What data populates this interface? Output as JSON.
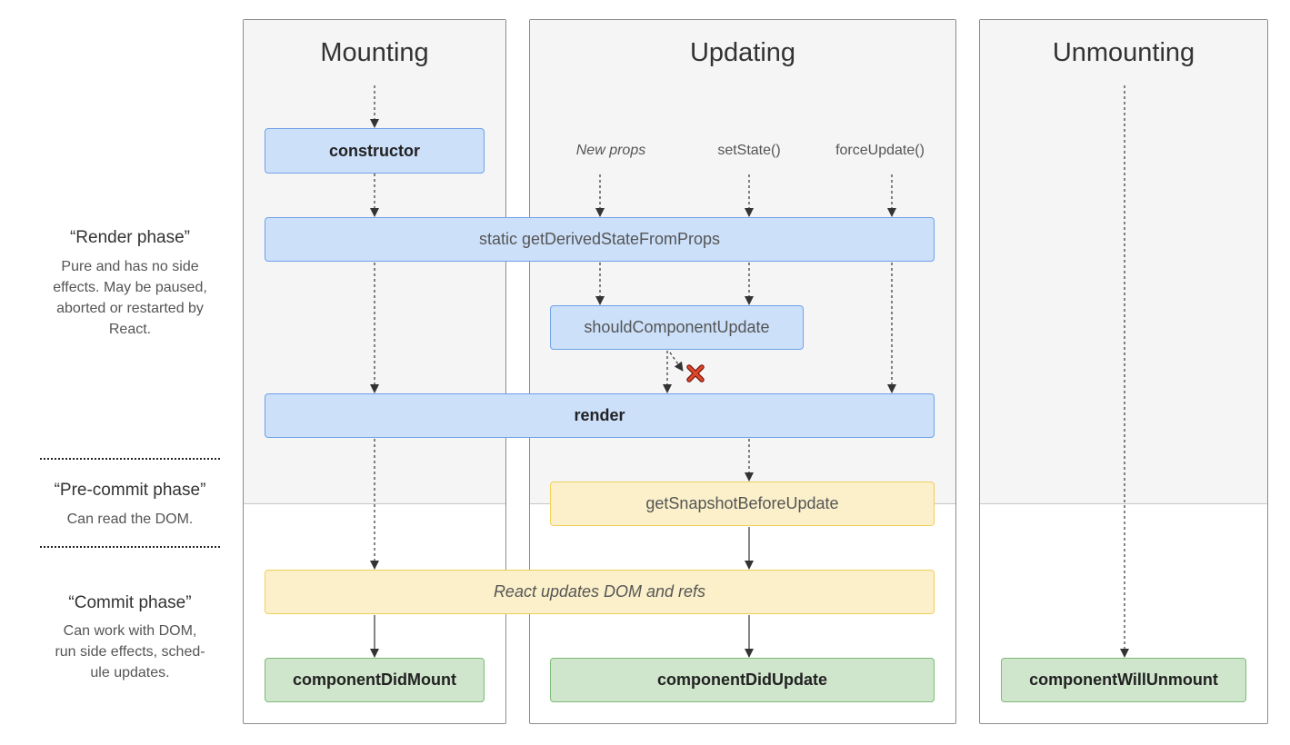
{
  "columns": {
    "mounting": "Mounting",
    "updating": "Updating",
    "unmounting": "Unmounting"
  },
  "triggers": {
    "new_props": "New props",
    "set_state": "setState()",
    "force_update": "forceUpdate()"
  },
  "nodes": {
    "constructor": "constructor",
    "get_derived_state": "static getDerivedStateFromProps",
    "should_component_update": "shouldComponentUpdate",
    "render": "render",
    "get_snapshot": "getSnapshotBeforeUpdate",
    "react_updates_dom": "React updates DOM and refs",
    "component_did_mount": "componentDidMount",
    "component_did_update": "componentDidUpdate",
    "component_will_unmount": "componentWillUnmount"
  },
  "phases": {
    "render": {
      "title": "“Render phase”",
      "desc_lines": [
        "Pure and has no side",
        "effects. May be paused,",
        "aborted or restarted by",
        "React."
      ]
    },
    "precommit": {
      "title": "“Pre-commit phase”",
      "desc_lines": [
        "Can read the DOM."
      ]
    },
    "commit": {
      "title": "“Commit phase”",
      "desc_lines": [
        "Can work with DOM,",
        "run side effects, sched-",
        "ule updates."
      ]
    }
  },
  "colors": {
    "blue_fill": "#cce0fa",
    "blue_border": "#6ea2e8",
    "yellow_fill": "#fbf0ca",
    "yellow_border": "#f0cf5a",
    "green_fill": "#cfe6cc",
    "green_border": "#7dbb76",
    "cancel_mark": "#d9442a"
  },
  "icons": {
    "cancel": "cross-mark-icon"
  }
}
